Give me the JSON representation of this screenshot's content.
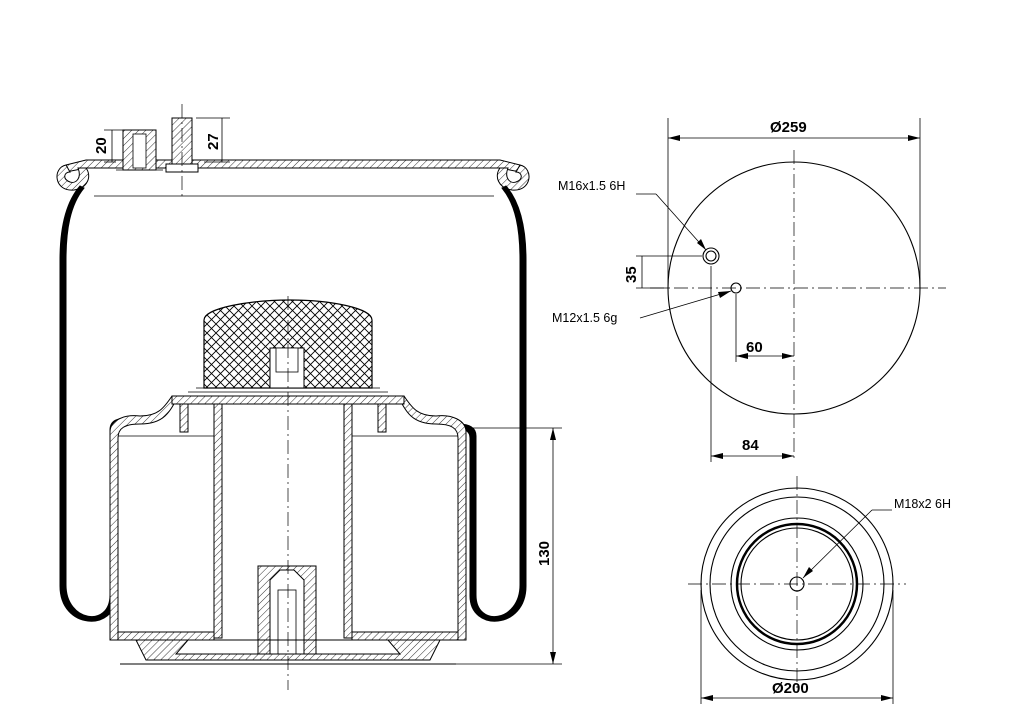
{
  "side_view": {
    "dim_20": "20",
    "dim_27": "27",
    "dim_130": "130"
  },
  "top_view": {
    "dia_259": "Ø259",
    "thread_m16": "M16x1.5 6H",
    "thread_m12": "M12x1.5 6g",
    "dim_35": "35",
    "dim_60": "60",
    "dim_84": "84"
  },
  "bottom_view": {
    "thread_m18": "M18x2 6H",
    "dia_200": "Ø200"
  }
}
